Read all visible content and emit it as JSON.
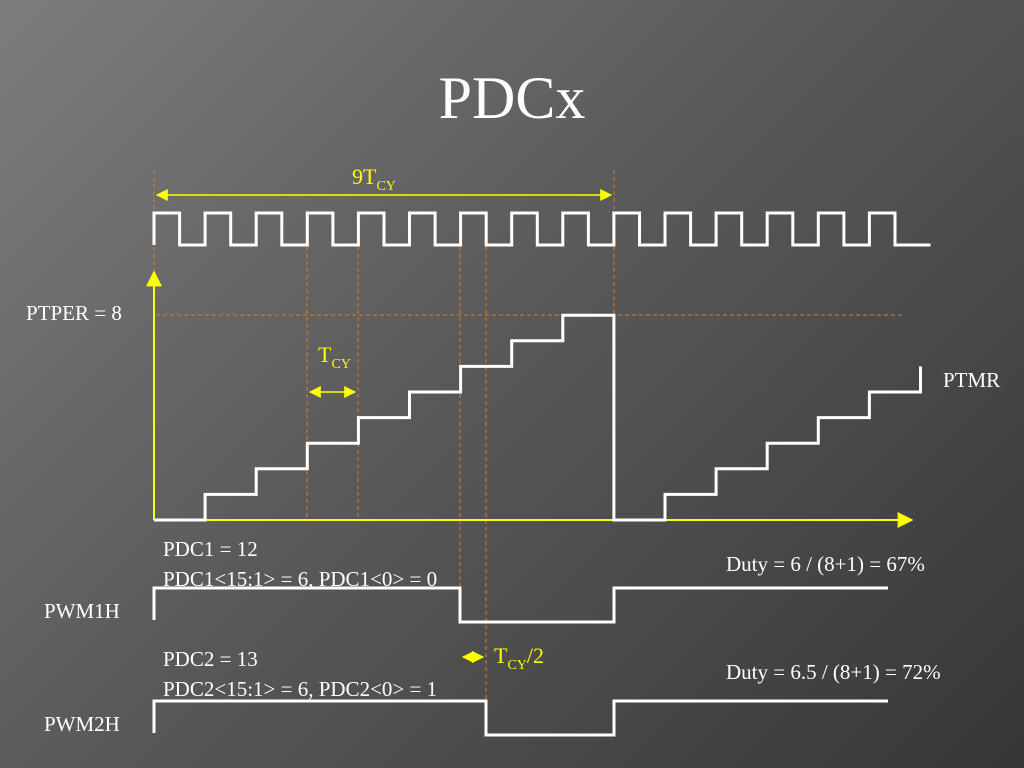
{
  "slide": {
    "title": "PDCx"
  },
  "timing": {
    "period_label": {
      "base": "9T",
      "sub": "CY"
    },
    "tcy_label": {
      "base": "T",
      "sub": "CY"
    },
    "half_tcy_label": {
      "base": "T",
      "sub": "CY",
      "suffix": "/2"
    }
  },
  "ptmr": {
    "ptper_label": "PTPER = 8",
    "ptmr_label": "PTMR"
  },
  "pwm1": {
    "name": "PWM1H",
    "pdc_value": "PDC1 = 12",
    "pdc_split": "PDC1<15:1> = 6, PDC1<0> = 0",
    "duty": "Duty = 6 / (8+1) = 67%"
  },
  "pwm2": {
    "name": "PWM2H",
    "pdc_value": "PDC2 = 13",
    "pdc_split": "PDC2<15:1> = 6, PDC2<0> = 1",
    "duty": "Duty = 6.5 / (8+1) = 72%"
  },
  "colors": {
    "background": "#5a5a5a",
    "waveform": "#ffffff",
    "axis": "#ffff00",
    "guide": "#e07b20"
  }
}
